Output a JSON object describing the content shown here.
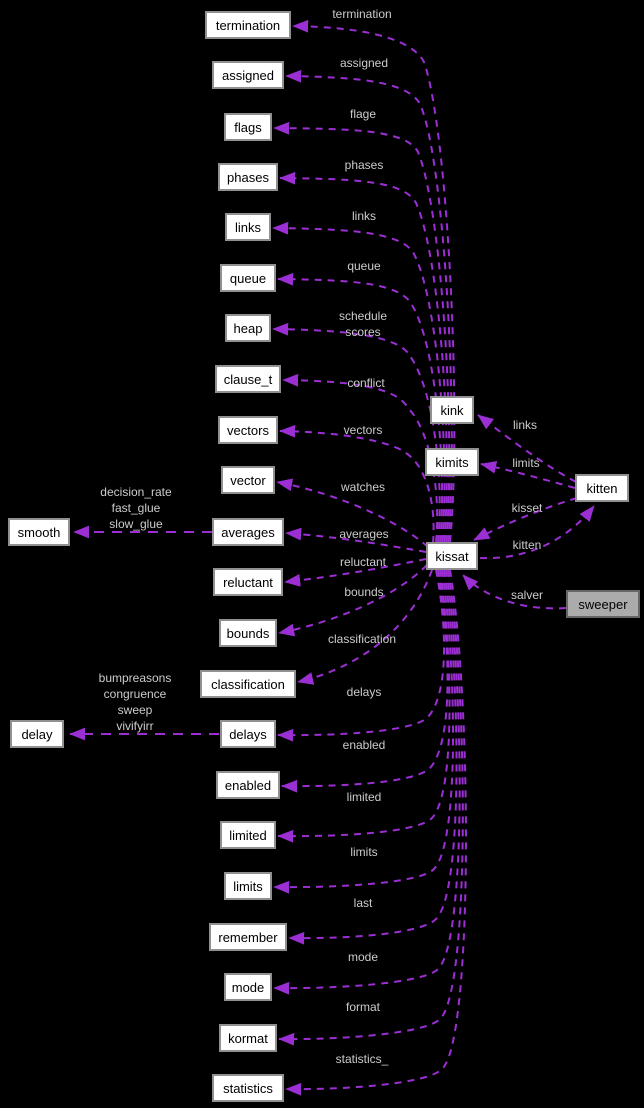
{
  "diagram": {
    "type": "collaboration-graph",
    "colors": {
      "background": "#000000",
      "edge_color": "#9b2fd4",
      "node_fill": "#ffffff",
      "node_border": "#909090",
      "highlight_fill": "#ababab",
      "highlight_border": "#666666",
      "edge_label_color": "#cccccc"
    },
    "nodes": {
      "termination": "termination",
      "assigned": "assigned",
      "flags": "flags",
      "phases": "phases",
      "links": "links",
      "queue": "queue",
      "heap": "heap",
      "clause_t": "clause_t",
      "vectors": "vectors",
      "vector": "vector",
      "averages": "averages",
      "reluctant": "reluctant",
      "bounds": "bounds",
      "classification": "classification",
      "delays": "delays",
      "enabled": "enabled",
      "limited": "limited",
      "limits": "limits",
      "remember": "remember",
      "mode": "mode",
      "kormat": "kormat",
      "statistics": "statistics",
      "smooth": "smooth",
      "delay": "delay",
      "kink": "kink",
      "kimits": "kimits",
      "kissat": "kissat",
      "kitten": "kitten",
      "sweeper": "sweeper"
    },
    "edge_labels": {
      "termination": "termination",
      "assigned": "assigned",
      "flags": "flage",
      "phases": "phases",
      "links": "links",
      "queue": "queue",
      "heap": "schedule\nscores",
      "clause_t": "conflict",
      "vectors": "vectors",
      "vector": "watches",
      "averages": "averages",
      "reluctant": "reluctant",
      "bounds": "bounds",
      "classification": "classification",
      "delays": "delays",
      "enabled": "enabled",
      "limited": "limited",
      "limits": "limits",
      "remember": "last",
      "mode": "mode",
      "kormat": "format",
      "statistics": "statistics_",
      "kink": "links",
      "kimits": "limits",
      "kitten_to_kissat": "kisset",
      "kissat_to_kitten": "kitten",
      "sweeper_to_kissat": "salver",
      "smooth": "decision_rate\nfast_glue\nslow_glue",
      "delay": "bumpreasons\ncongruence\nsweep\nvivifyirr"
    },
    "edges": [
      {
        "from": "kissat",
        "to": "termination",
        "label": "termination"
      },
      {
        "from": "kissat",
        "to": "assigned",
        "label": "assigned"
      },
      {
        "from": "kissat",
        "to": "flags",
        "label": "flage"
      },
      {
        "from": "kissat",
        "to": "phases",
        "label": "phases"
      },
      {
        "from": "kissat",
        "to": "links",
        "label": "links"
      },
      {
        "from": "kissat",
        "to": "queue",
        "label": "queue"
      },
      {
        "from": "kissat",
        "to": "heap",
        "label": "schedule scores"
      },
      {
        "from": "kissat",
        "to": "clause_t",
        "label": "conflict"
      },
      {
        "from": "kissat",
        "to": "vectors",
        "label": "vectors"
      },
      {
        "from": "kissat",
        "to": "vector",
        "label": "watches"
      },
      {
        "from": "kissat",
        "to": "averages",
        "label": "averages"
      },
      {
        "from": "kissat",
        "to": "reluctant",
        "label": "reluctant"
      },
      {
        "from": "kissat",
        "to": "bounds",
        "label": "bounds"
      },
      {
        "from": "kissat",
        "to": "classification",
        "label": "classification"
      },
      {
        "from": "kissat",
        "to": "delays",
        "label": "delays"
      },
      {
        "from": "kissat",
        "to": "enabled",
        "label": "enabled"
      },
      {
        "from": "kissat",
        "to": "limited",
        "label": "limited"
      },
      {
        "from": "kissat",
        "to": "limits",
        "label": "limits"
      },
      {
        "from": "kissat",
        "to": "remember",
        "label": "last"
      },
      {
        "from": "kissat",
        "to": "mode",
        "label": "mode"
      },
      {
        "from": "kissat",
        "to": "kormat",
        "label": "format"
      },
      {
        "from": "kissat",
        "to": "statistics",
        "label": "statistics_"
      },
      {
        "from": "kitten",
        "to": "kink",
        "label": "links"
      },
      {
        "from": "kitten",
        "to": "kimits",
        "label": "limits"
      },
      {
        "from": "kitten",
        "to": "kissat",
        "label": "kisset"
      },
      {
        "from": "kissat",
        "to": "kitten",
        "label": "kitten"
      },
      {
        "from": "sweeper",
        "to": "kissat",
        "label": "salver"
      },
      {
        "from": "averages",
        "to": "smooth",
        "label": "decision_rate fast_glue slow_glue"
      },
      {
        "from": "delays",
        "to": "delay",
        "label": "bumpreasons congruence sweep vivifyirr"
      }
    ]
  }
}
